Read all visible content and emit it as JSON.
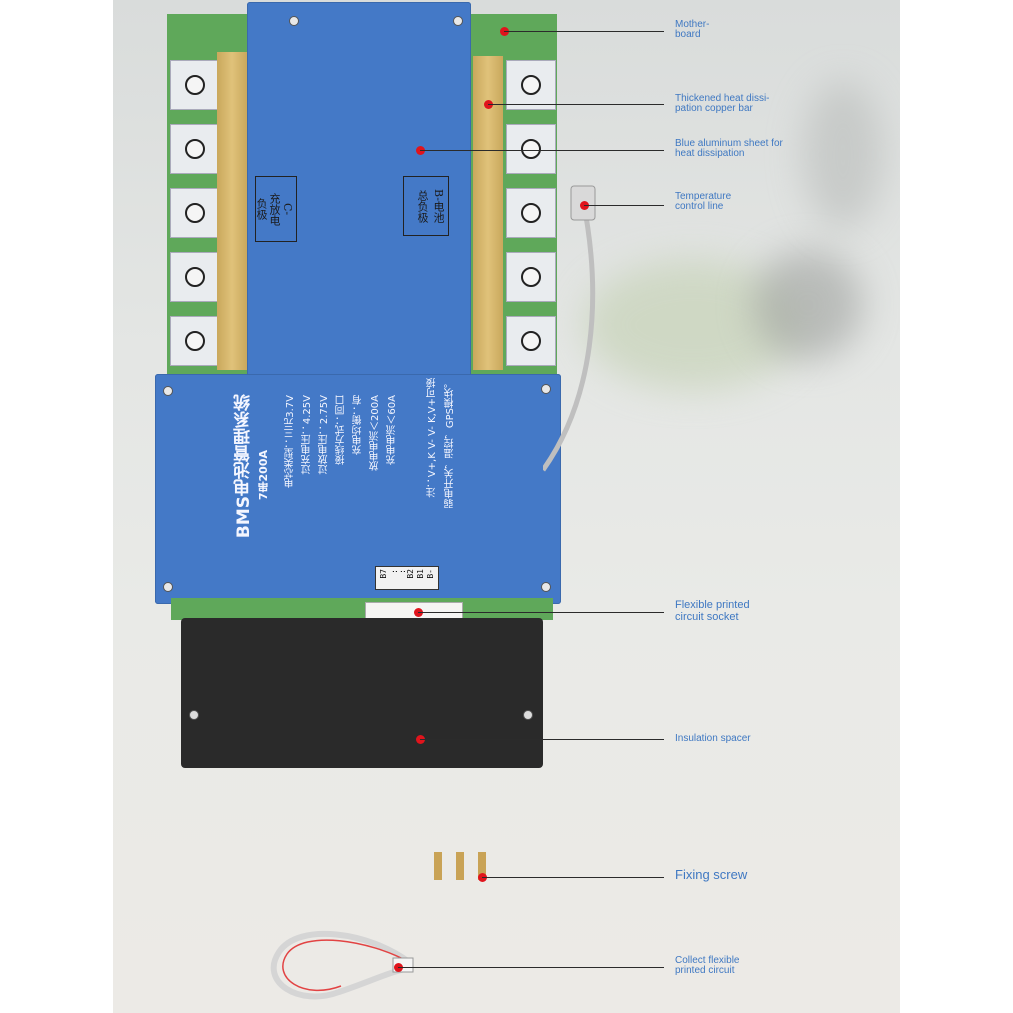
{
  "labels": {
    "motherboard": "Mother-\nboard",
    "copper_bar": "Thickened heat dissi-\npation copper bar",
    "aluminum_sheet": "Blue aluminum sheet for\nheat dissipation",
    "temperature_line": "Temperature\ncontrol line",
    "fpc_socket": "Flexible printed\ncircuit socket",
    "insulation_spacer": "Insulation spacer",
    "fixing_screw": "Fixing screw",
    "collect_fpc": "Collect flexible\nprinted circuit"
  },
  "board": {
    "left_stamp": "C-\n充放电\n负极",
    "right_stamp": "B-电池\n总负极",
    "bms_title": "BMS电池管理系统",
    "bms_subtitle": "7串200A",
    "spec_lines": [
      "电芯类型：三元3.7V",
      "过充电压：4.25V",
      "过放电压：2.75V",
      "接线方式：同口",
      "充电均衡：有",
      "放电电流＜200A",
      "充电电流＜60A"
    ],
    "note_line_1": "注：V+,K V- V- K,V+可接",
    "note_line_2": "弱电开关，温控，GPS模块。",
    "strip_labels": [
      "B7",
      ":",
      ":",
      "B2",
      "B1",
      "B-"
    ]
  },
  "colors": {
    "aluminum_blue": "#4479c7",
    "pcb_green": "#5fa85a",
    "copper": "#e0c27a",
    "callout_red": "#e0141c",
    "label_blue": "#3f78c2"
  }
}
